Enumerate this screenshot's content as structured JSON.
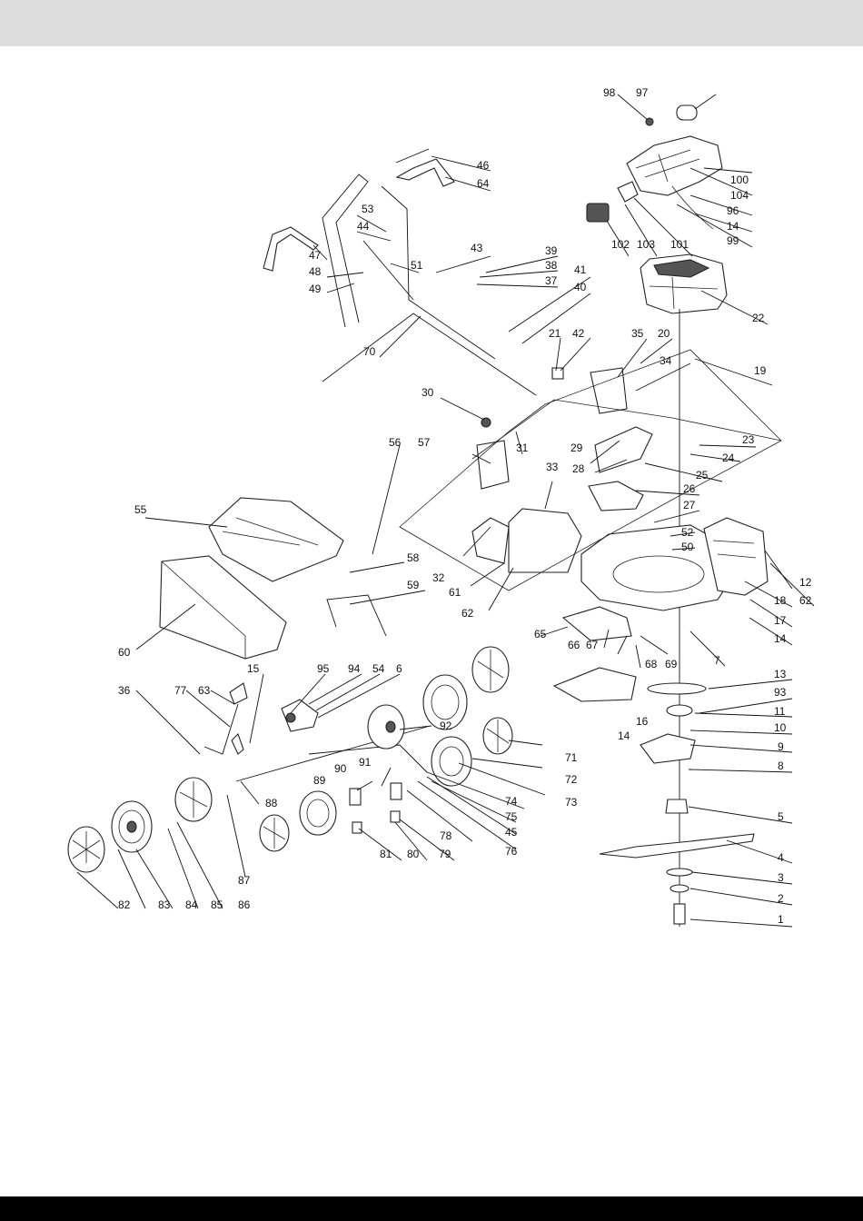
{
  "colors": {
    "header_band": "#dcdcdc",
    "footer_band": "#000000",
    "line": "#111111"
  },
  "callouts": {
    "c1": "1",
    "c2": "2",
    "c3": "3",
    "c4": "4",
    "c5": "5",
    "c6": "6",
    "c7": "7",
    "c8": "8",
    "c9": "9",
    "c10": "10",
    "c11": "11",
    "c12": "12",
    "c13": "13",
    "c14a": "14",
    "c14b": "14",
    "c14c": "14",
    "c15": "15",
    "c16": "16",
    "c17": "17",
    "c18": "18",
    "c19": "19",
    "c20": "20",
    "c21": "21",
    "c22": "22",
    "c23": "23",
    "c24": "24",
    "c25": "25",
    "c26": "26",
    "c27": "27",
    "c28": "28",
    "c29": "29",
    "c30": "30",
    "c31": "31",
    "c32": "32",
    "c33": "33",
    "c34": "34",
    "c35": "35",
    "c36": "36",
    "c37": "37",
    "c38": "38",
    "c39": "39",
    "c40": "40",
    "c41": "41",
    "c42": "42",
    "c43": "43",
    "c44": "44",
    "c45": "45",
    "c46": "46",
    "c47": "47",
    "c48": "48",
    "c49": "49",
    "c50": "50",
    "c51": "51",
    "c52": "52",
    "c53": "53",
    "c54": "54",
    "c55": "55",
    "c56": "56",
    "c57": "57",
    "c58": "58",
    "c59": "59",
    "c60": "60",
    "c61": "61",
    "c62a": "62",
    "c62b": "62",
    "c63": "63",
    "c64": "64",
    "c65": "65",
    "c66": "66",
    "c67": "67",
    "c68": "68",
    "c69": "69",
    "c70": "70",
    "c71": "71",
    "c72": "72",
    "c73": "73",
    "c74": "74",
    "c75": "75",
    "c76": "76",
    "c77": "77",
    "c78": "78",
    "c79": "79",
    "c80": "80",
    "c81": "81",
    "c82": "82",
    "c83": "83",
    "c84": "84",
    "c85": "85",
    "c86": "86",
    "c87": "87",
    "c88": "88",
    "c89": "89",
    "c90": "90",
    "c91": "91",
    "c92": "92",
    "c93": "93",
    "c94": "94",
    "c95": "95",
    "c96": "96",
    "c97": "97",
    "c98": "98",
    "c99": "99",
    "c100": "100",
    "c101": "101",
    "c102": "102",
    "c103": "103",
    "c104": "104"
  }
}
